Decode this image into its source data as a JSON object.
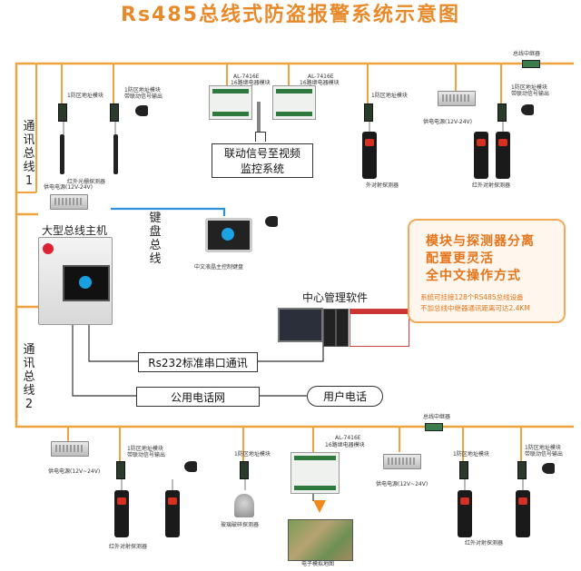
{
  "title": "Rs485总线式防盗报警系统示意图",
  "bus1_label": "通讯总线1",
  "bus2_label": "通讯总线2",
  "keyboard_bus_label": "键盘总线",
  "host_label": "大型总线主机",
  "lcd_keyboard_label": "中文液晶主控制键盘",
  "software_label": "中心管理软件",
  "rs232_box": "Rs232标准串口通讯",
  "phone_net_box": "公用电话网",
  "user_phone_box": "用户电话",
  "linkage_box_line1": "联动信号至视频",
  "linkage_box_line2": "监控系统",
  "top": {
    "repeater": "总线中继器",
    "module_1": "1防区地址模块",
    "module_2_line1": "1防区地址模块",
    "module_2_line2": "带联动信号输出",
    "board_1_line1": "AL-7416E",
    "board_1_line2": "16路继电器模块",
    "board_2_line1": "AL-7416E",
    "board_2_line2": "16路继电器模块",
    "module_3": "1防区地址模块",
    "module_4_line1": "1防区地址模块",
    "module_4_line2": "带联动信号输出",
    "psu_right": "供电电源(12V-24V)",
    "det_beam": "红外光栅探测器",
    "det_outer": "外对射探测器",
    "det_right": "红外对射探测器",
    "psu_left": "供电电源(12V-24V)"
  },
  "bottom": {
    "repeater": "总线中继器",
    "psu_1": "供电电源(12V~24V)",
    "module_1_line1": "1防区地址模块",
    "module_1_line2": "带联动信号输出",
    "module_2": "1防区地址模块",
    "board_line1": "AL-7416E",
    "board_line2": "16路继电器模块",
    "psu_2": "供电电源(12V~24V)",
    "module_3": "1防区地址模块",
    "module_4_line1": "1防区地址模块",
    "module_4_line2": "带联动信号输出",
    "det_1": "红外对射探测器",
    "det_glass": "玻璃破碎探测器",
    "det_2": "红外对射探测器",
    "map": "电子模拟地图"
  },
  "feature": {
    "line1": "模块与探测器分离",
    "line2": "配置更灵活",
    "line3": "全中文操作方式",
    "note1": "系统可挂接128个RS485总线设备",
    "note2": "不加总线中继器通讯距离可达2.4KM"
  },
  "colors": {
    "bus": "#f0a33c",
    "keyboard_bus": "#2f8fd8",
    "title": "#e88a2a",
    "feature_text": "#e5741a"
  }
}
